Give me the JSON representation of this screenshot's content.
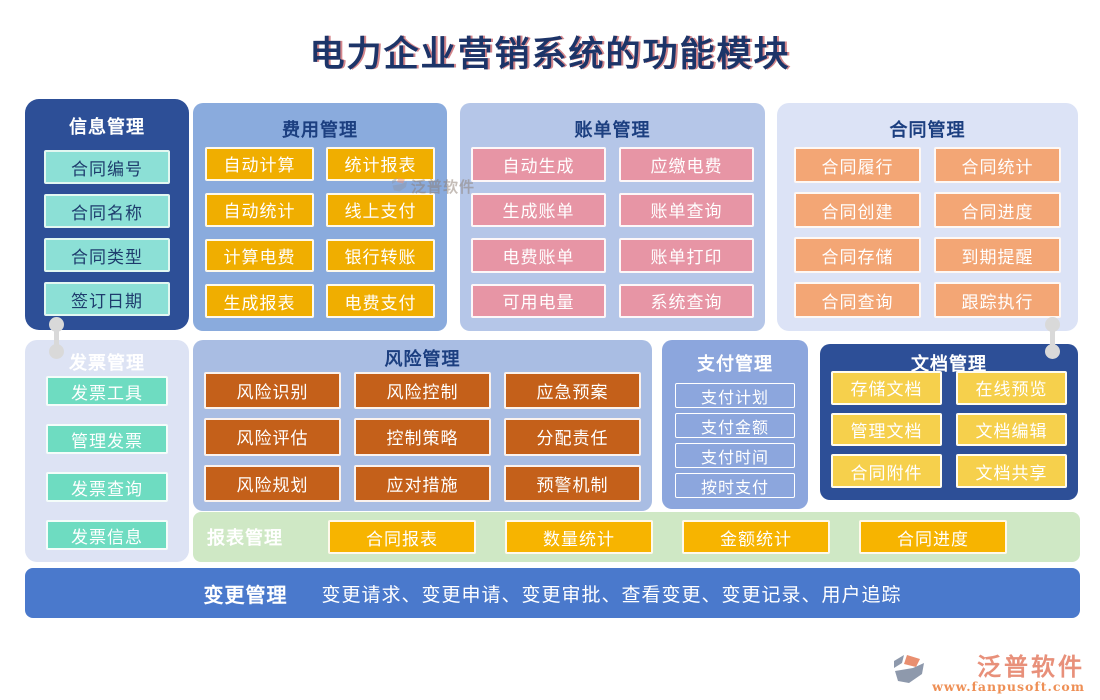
{
  "title": "电力企业营销系统的功能模块",
  "panels": {
    "info": {
      "title": "信息管理",
      "items": [
        "合同编号",
        "合同名称",
        "合同类型",
        "签订日期"
      ]
    },
    "fee": {
      "title": "费用管理",
      "items": [
        "自动计算",
        "统计报表",
        "自动统计",
        "线上支付",
        "计算电费",
        "银行转账",
        "生成报表",
        "电费支付"
      ]
    },
    "bill": {
      "title": "账单管理",
      "items": [
        "自动生成",
        "应缴电费",
        "生成账单",
        "账单查询",
        "电费账单",
        "账单打印",
        "可用电量",
        "系统查询"
      ]
    },
    "contract": {
      "title": "合同管理",
      "items": [
        "合同履行",
        "合同统计",
        "合同创建",
        "合同进度",
        "合同存储",
        "到期提醒",
        "合同查询",
        "跟踪执行"
      ]
    },
    "invoice": {
      "title": "发票管理",
      "items": [
        "发票工具",
        "管理发票",
        "发票查询",
        "发票信息"
      ]
    },
    "risk": {
      "title": "风险管理",
      "items": [
        "风险识别",
        "风险控制",
        "应急预案",
        "风险评估",
        "控制策略",
        "分配责任",
        "风险规划",
        "应对措施",
        "预警机制"
      ]
    },
    "payment": {
      "title": "支付管理",
      "items": [
        "支付计划",
        "支付金额",
        "支付时间",
        "按时支付"
      ]
    },
    "document": {
      "title": "文档管理",
      "items": [
        "存储文档",
        "在线预览",
        "管理文档",
        "文档编辑",
        "合同附件",
        "文档共享"
      ]
    },
    "report": {
      "title": "报表管理",
      "items": [
        "合同报表",
        "数量统计",
        "金额统计",
        "合同进度"
      ]
    },
    "change": {
      "title": "变更管理",
      "text": "变更请求、变更申请、变更审批、查看变更、变更记录、用户追踪"
    }
  },
  "watermark": {
    "text": "泛普软件"
  },
  "footer": {
    "brand": "泛普软件",
    "url": "www.fanpusoft.com"
  },
  "colors": {
    "title_text": "#1c3468",
    "panel_dark_blue": "#2d4f97",
    "panel_medium_blue": "#8aabdd",
    "panel_periwinkle": "#b5c6e8",
    "panel_pale_blue": "#dce3f6",
    "panel_lavender": "#dde3f4",
    "panel_risk_blue": "#a9bde3",
    "panel_payment_blue": "#8ca6dd",
    "row_green": "#cfe8c5",
    "bar_blue": "#4a79cc",
    "btn_teal": "#8ce0d6",
    "btn_mint": "#6edcc1",
    "btn_yellow": "#f0ae00",
    "btn_gold": "#f6d04c",
    "btn_amber": "#f7b400",
    "btn_pink": "#e795a5",
    "btn_orange": "#f3a675",
    "btn_rust": "#c4601a",
    "brand_salmon": "#e8907a",
    "brand_url_orange": "#ee8f55"
  }
}
